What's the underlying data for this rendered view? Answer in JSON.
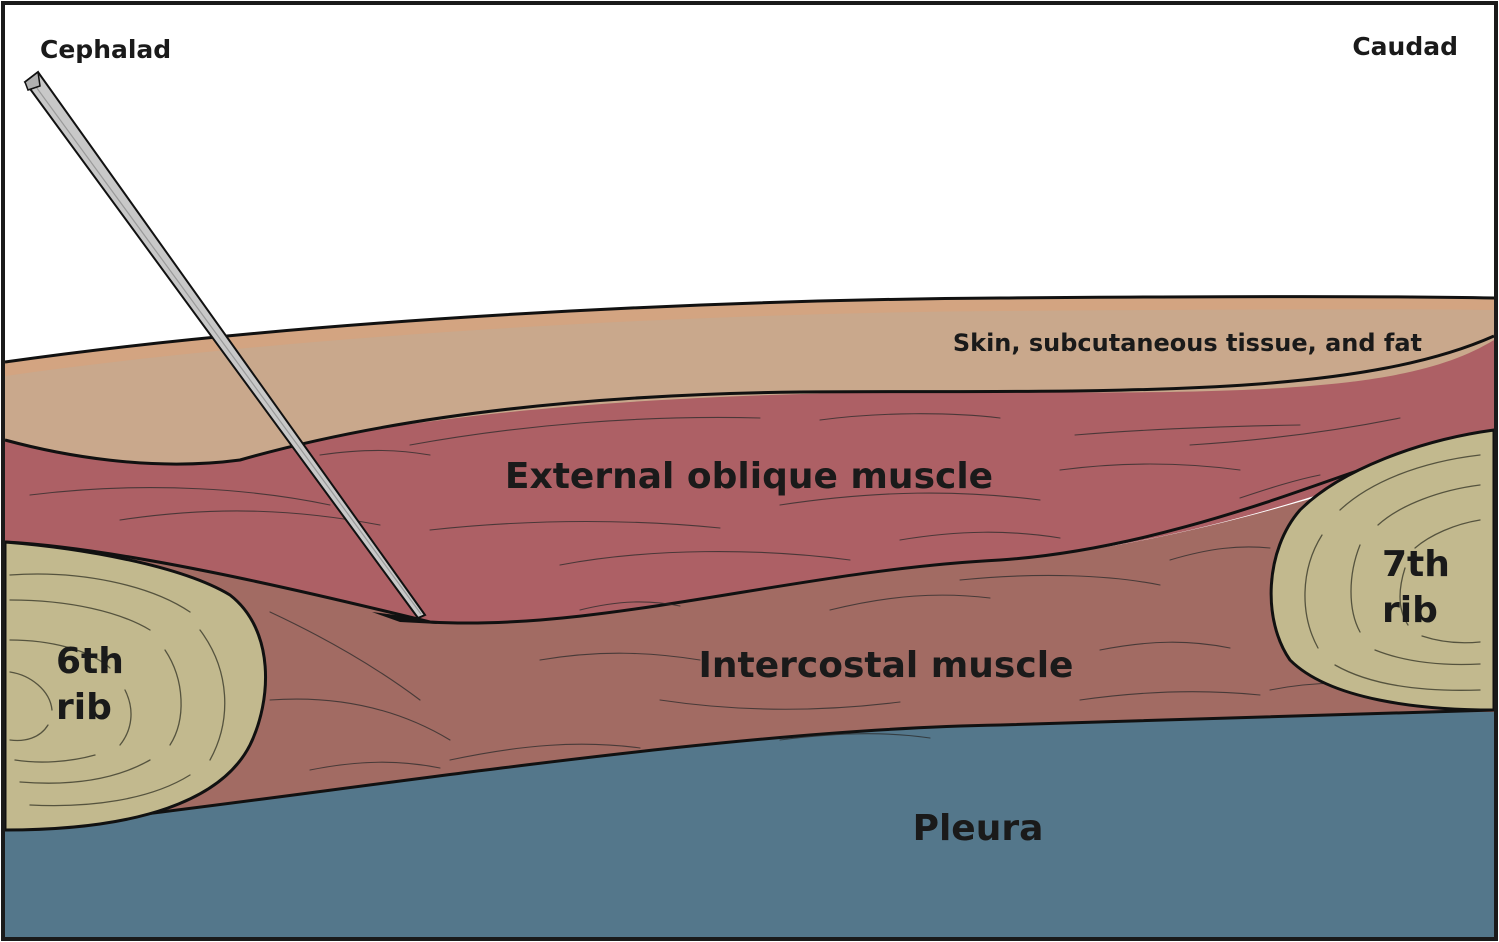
{
  "labels": {
    "cephalad": "Cephalad",
    "caudad": "Caudad",
    "skin": "Skin, subcutaneous tissue, and fat",
    "external_oblique": "External oblique muscle",
    "intercostal": "Intercostal muscle",
    "pleura": "Pleura",
    "rib6_line1": "6th",
    "rib6_line2": "rib",
    "rib7_line1": "7th",
    "rib7_line2": "rib"
  },
  "colors": {
    "background": "#ffffff",
    "skin": "#c9a88c",
    "skin_top": "#d4a37f",
    "external_oblique": "#ad6065",
    "intercostal": "#a26b63",
    "pleura": "#54778b",
    "rib": "#c2b98e",
    "rib_edge": "#a9a070",
    "needle": "#c8c8c8",
    "border": "#1a1a1a"
  }
}
